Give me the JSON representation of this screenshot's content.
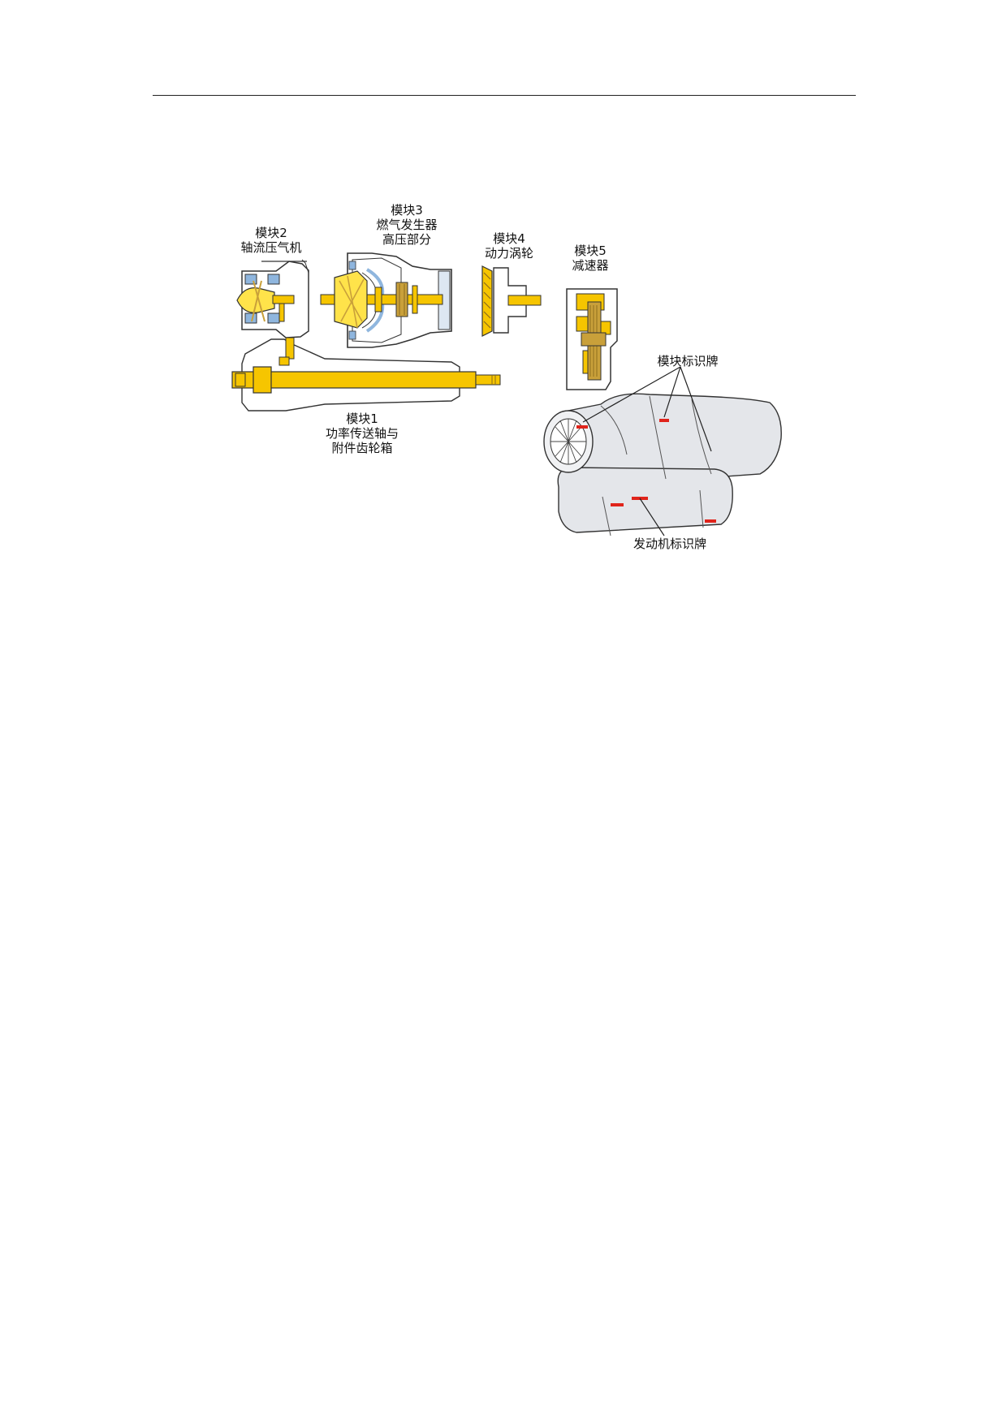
{
  "colors": {
    "part_yellow": "#F6C500",
    "part_yellow_light": "#FFE34A",
    "part_gold": "#C9A03A",
    "seal_blue": "#8FB6DE",
    "engine_gray": "#E4E6EA",
    "outline": "#333333",
    "plate_red": "#E0241B"
  },
  "modules": {
    "module2": {
      "line1": "模块2",
      "line2": "轴流压气机"
    },
    "module3": {
      "line1": "模块3",
      "line2": "燃气发生器",
      "line3": "高压部分"
    },
    "module4": {
      "line1": "模块4",
      "line2": "动力涡轮"
    },
    "module5": {
      "line1": "模块5",
      "line2": "减速器"
    },
    "module1": {
      "line1": "模块1",
      "line2": "功率传送轴与",
      "line3": "附件齿轮箱"
    }
  },
  "callouts": {
    "module_plates": "模块标识牌",
    "engine_plate": "发动机标识牌"
  }
}
